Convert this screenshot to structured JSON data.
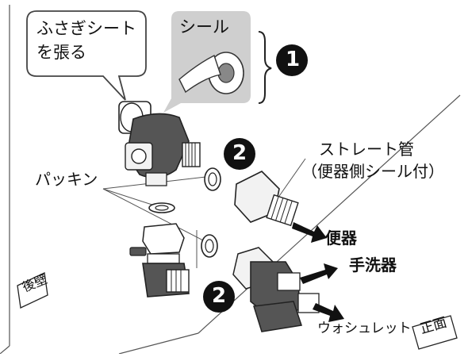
{
  "callouts": {
    "sheet": {
      "line1": "ふさぎシート",
      "line2": "を張る"
    },
    "seal": "シール"
  },
  "steps": {
    "one": "❶",
    "two": "❷"
  },
  "labels": {
    "straight_pipe": "ストレート管",
    "straight_pipe_sub": "（便器側シール付）",
    "packing": "パッキン",
    "toilet": "便器",
    "hand_wash": "手洗器",
    "washlet": "ウォシュレット",
    "back_wall": "後壁",
    "front": "正面"
  }
}
